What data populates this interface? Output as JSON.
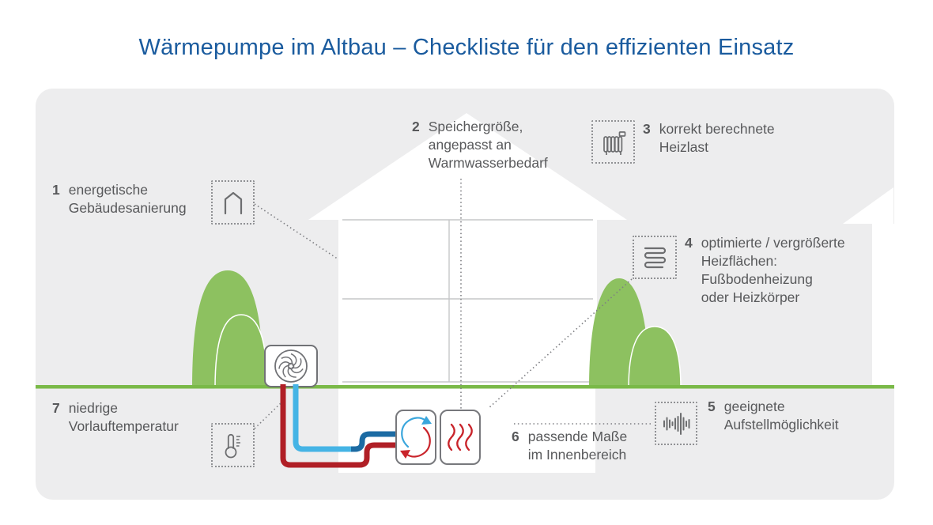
{
  "title": "Wärmepumpe im Altbau – Checkliste für den effizienten Einsatz",
  "checklist": [
    {
      "number": "1",
      "lines": [
        "energetische",
        "Gebäudesanierung"
      ],
      "icon": "house-outline-icon"
    },
    {
      "number": "2",
      "lines": [
        "Speichergröße,",
        "angepasst an",
        "Warmwasserbedarf"
      ],
      "icon": ""
    },
    {
      "number": "3",
      "lines": [
        "korrekt berechnete",
        "Heizlast"
      ],
      "icon": "radiator-icon"
    },
    {
      "number": "4",
      "lines": [
        "optimierte / vergrößerte",
        "Heizflächen:",
        "Fußbodenheizung",
        "oder Heizkörper"
      ],
      "icon": "floor-heating-icon"
    },
    {
      "number": "5",
      "lines": [
        "geeignete",
        "Aufstellmöglichkeit"
      ],
      "icon": "sound-waves-icon"
    },
    {
      "number": "6",
      "lines": [
        "passende Maße",
        "im Innenbereich"
      ],
      "icon": ""
    },
    {
      "number": "7",
      "lines": [
        "niedrige",
        "Vorlauftemperatur"
      ],
      "icon": "thermometer-icon"
    }
  ],
  "colors": {
    "title_blue": "#1a5b9e",
    "text_gray": "#58595b",
    "card_gray": "#ededee",
    "tree_green": "#8dc160",
    "ground_green": "#7ab948",
    "pipe_red": "#b01f26",
    "pipe_blue_light": "#45b4e5",
    "pipe_blue_dark": "#1c6ba3",
    "heat_wave_red": "#c9242b",
    "outline_gray": "#717276"
  }
}
